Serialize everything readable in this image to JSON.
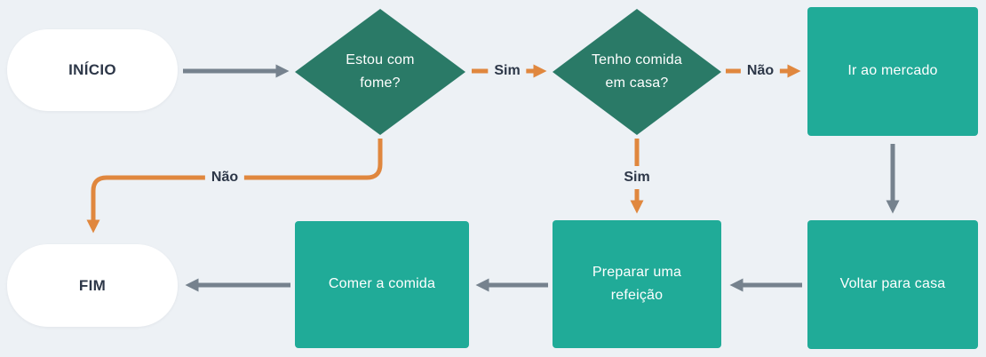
{
  "colors": {
    "canvas_bg": "#EDF1F5",
    "decision_fill": "#2A7A67",
    "process_fill": "#20AB98",
    "terminal_fill": "#FFFFFF",
    "arrow_gray": "#76828E",
    "arrow_orange": "#E0873E",
    "text_dark": "#2D3748",
    "text_light": "#FFFFFF"
  },
  "nodes": {
    "start": {
      "label": "INÍCIO",
      "type": "terminal"
    },
    "hungry": {
      "label": "Estou com fome?",
      "type": "decision"
    },
    "food": {
      "label": "Tenho comida em casa?",
      "type": "decision"
    },
    "market": {
      "label": "Ir ao mercado",
      "type": "process"
    },
    "return_home": {
      "label": "Voltar para casa",
      "type": "process"
    },
    "prepare": {
      "label": "Preparar uma refeição",
      "type": "process"
    },
    "eat": {
      "label": "Comer a comida",
      "type": "process"
    },
    "end": {
      "label": "FIM",
      "type": "terminal"
    }
  },
  "edges": [
    {
      "from": "start",
      "to": "hungry",
      "label": "",
      "color": "gray"
    },
    {
      "from": "hungry",
      "to": "food",
      "label": "Sim",
      "color": "orange"
    },
    {
      "from": "food",
      "to": "market",
      "label": "Não",
      "color": "orange"
    },
    {
      "from": "hungry",
      "to": "end",
      "label": "Não",
      "color": "orange"
    },
    {
      "from": "food",
      "to": "prepare",
      "label": "Sim",
      "color": "orange"
    },
    {
      "from": "market",
      "to": "return_home",
      "label": "",
      "color": "gray"
    },
    {
      "from": "return_home",
      "to": "prepare",
      "label": "",
      "color": "gray"
    },
    {
      "from": "prepare",
      "to": "eat",
      "label": "",
      "color": "gray"
    },
    {
      "from": "eat",
      "to": "end",
      "label": "",
      "color": "gray"
    }
  ]
}
